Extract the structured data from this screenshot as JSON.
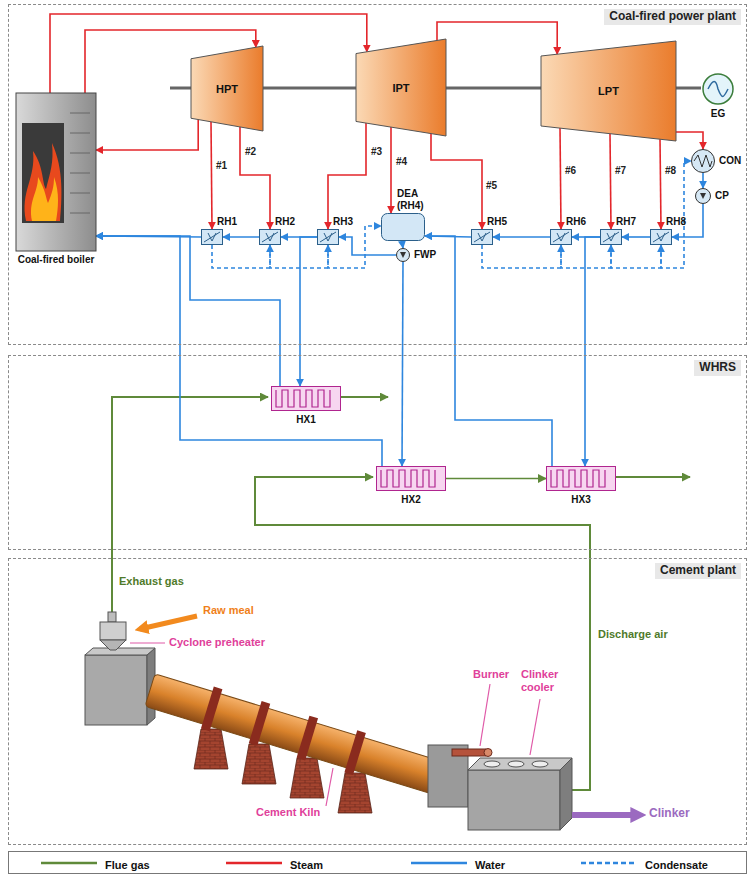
{
  "diagram": {
    "nodes": [
      {
        "text": [
          "Coal-fired power plant"
        ]
      },
      {
        "text": [
          "Coal-fired boiler"
        ],
        "in": 0
      },
      {
        "text": [
          "HPT"
        ],
        "in": 0
      },
      {
        "text": [
          "IPT"
        ],
        "in": 0
      },
      {
        "text": [
          "LPT"
        ],
        "in": 0
      },
      {
        "text": [
          "EG"
        ],
        "in": 0
      },
      {
        "text": [
          "CON"
        ],
        "in": 0
      },
      {
        "text": [
          "CP"
        ],
        "in": 0
      },
      {
        "text": [
          "RH1"
        ],
        "in": 0
      },
      {
        "text": [
          "RH2"
        ],
        "in": 0
      },
      {
        "text": [
          "RH3"
        ],
        "in": 0
      },
      {
        "text": [
          "DEA (RH4)"
        ],
        "in": 0
      },
      {
        "text": [
          "FWP"
        ],
        "in": 0
      },
      {
        "text": [
          "RH5"
        ],
        "in": 0
      },
      {
        "text": [
          "RH6"
        ],
        "in": 0
      },
      {
        "text": [
          "RH7"
        ],
        "in": 0
      },
      {
        "text": [
          "RH8"
        ],
        "in": 0
      },
      {
        "text": [
          "WHRS"
        ]
      },
      {
        "text": [
          "HX1"
        ],
        "in": 17
      },
      {
        "text": [
          "HX2"
        ],
        "in": 17
      },
      {
        "text": [
          "HX3"
        ],
        "in": 17
      },
      {
        "text": [
          "Cement plant"
        ]
      }
    ],
    "edges": [
      {
        "from": 1,
        "to": 2,
        "arrow": "to"
      },
      {
        "from": 2,
        "to": 1,
        "arrow": "to"
      },
      {
        "from": 1,
        "to": 3,
        "arrow": "to"
      },
      {
        "from": 3,
        "to": 4,
        "arrow": "to"
      },
      {
        "from": 4,
        "to": 6,
        "arrow": "to"
      },
      {
        "from": 2,
        "to": 8,
        "label": "#1",
        "arrow": "to"
      },
      {
        "from": 2,
        "to": 9,
        "label": "#2",
        "arrow": "to"
      },
      {
        "from": 3,
        "to": 10,
        "label": "#3",
        "arrow": "to"
      },
      {
        "from": 3,
        "to": 11,
        "label": "#4",
        "arrow": "to"
      },
      {
        "from": 3,
        "to": 13,
        "label": "#5",
        "arrow": "to"
      },
      {
        "from": 4,
        "to": 14,
        "label": "#6",
        "arrow": "to"
      },
      {
        "from": 4,
        "to": 15,
        "label": "#7",
        "arrow": "to"
      },
      {
        "from": 4,
        "to": 16,
        "label": "#8",
        "arrow": "to"
      },
      {
        "from": 6,
        "to": 7,
        "arrow": "to"
      },
      {
        "from": 7,
        "to": 16,
        "arrow": "to"
      },
      {
        "from": 16,
        "to": 15,
        "arrow": "to"
      },
      {
        "from": 15,
        "to": 14,
        "arrow": "to"
      },
      {
        "from": 14,
        "to": 13,
        "arrow": "to"
      },
      {
        "from": 13,
        "to": 11,
        "arrow": "to"
      },
      {
        "from": 11,
        "to": 12,
        "arrow": "to"
      },
      {
        "from": 12,
        "to": 10,
        "arrow": "to"
      },
      {
        "from": 10,
        "to": 9,
        "arrow": "to"
      },
      {
        "from": 9,
        "to": 8,
        "arrow": "to"
      },
      {
        "from": 8,
        "to": 1,
        "arrow": "to"
      },
      {
        "from": 8,
        "to": 9,
        "arrow": "to"
      },
      {
        "from": 9,
        "to": 10,
        "arrow": "to"
      },
      {
        "from": 10,
        "to": 11,
        "arrow": "to"
      },
      {
        "from": 13,
        "to": 14,
        "arrow": "to"
      },
      {
        "from": 14,
        "to": 15,
        "arrow": "to"
      },
      {
        "from": 15,
        "to": 16,
        "arrow": "to"
      },
      {
        "from": 16,
        "to": 6,
        "arrow": "to"
      },
      {
        "from": 10,
        "to": 18,
        "arrow": "to"
      },
      {
        "from": 18,
        "to": 1,
        "arrow": "to"
      },
      {
        "from": 12,
        "to": 19,
        "arrow": "to"
      },
      {
        "from": 19,
        "to": 1,
        "arrow": "to"
      },
      {
        "from": 15,
        "to": 20,
        "arrow": "to"
      },
      {
        "from": 20,
        "to": 11,
        "arrow": "to"
      },
      {
        "from": 19,
        "to": 20,
        "arrow": "to"
      }
    ],
    "labels": [
      "Exhaust gas",
      "Raw meal",
      "Cyclone preheater",
      "Cement Kiln",
      "Burner",
      "Clinker cooler",
      "Discharge air",
      "Clinker"
    ],
    "legend": [
      {
        "text": "Flue gas"
      },
      {
        "text": "Steam"
      },
      {
        "text": "Water"
      },
      {
        "text": "Condensate"
      }
    ]
  }
}
